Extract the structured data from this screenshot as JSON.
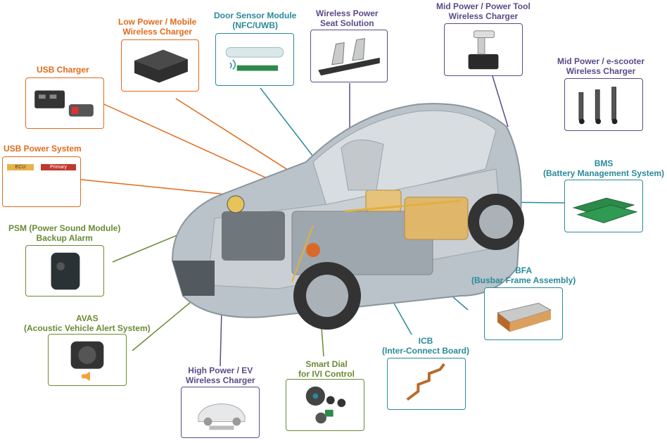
{
  "labels": {
    "usb_charger": [
      "USB Charger"
    ],
    "low_power": [
      "Low Power / Mobile",
      "Wireless Charger"
    ],
    "door_sensor": [
      "Door Sensor Module",
      "(NFC/UWB)"
    ],
    "seat": [
      "Wireless Power",
      "Seat Solution"
    ],
    "mid_power_tool": [
      "Mid Power / Power Tool",
      "Wireless Charger"
    ],
    "mid_power_scooter": [
      "Mid Power / e-scooter",
      "Wireless Charger"
    ],
    "usb_power": [
      "USB Power System"
    ],
    "bms": [
      "BMS",
      "(Battery Management System)"
    ],
    "psm": [
      "PSM (Power Sound Module)",
      "Backup Alarm"
    ],
    "bfa": [
      "BFA",
      "(Busbar Frame Assembly)"
    ],
    "avas": [
      "AVAS",
      "(Acoustic Vehicle Alert System)"
    ],
    "icb": [
      "ICB",
      "(Inter-Connect Board)"
    ],
    "smart_dial": [
      "Smart Dial",
      "for IVI Control"
    ],
    "high_power": [
      "High Power / EV",
      "Wireless Charger"
    ]
  },
  "usb_power_tags": {
    "ecu": "ECU",
    "primary": "Primary"
  },
  "colors": {
    "orange": "#e26a1c",
    "teal": "#2a8a9a",
    "purple": "#5b4a88",
    "green": "#6a8a34"
  }
}
